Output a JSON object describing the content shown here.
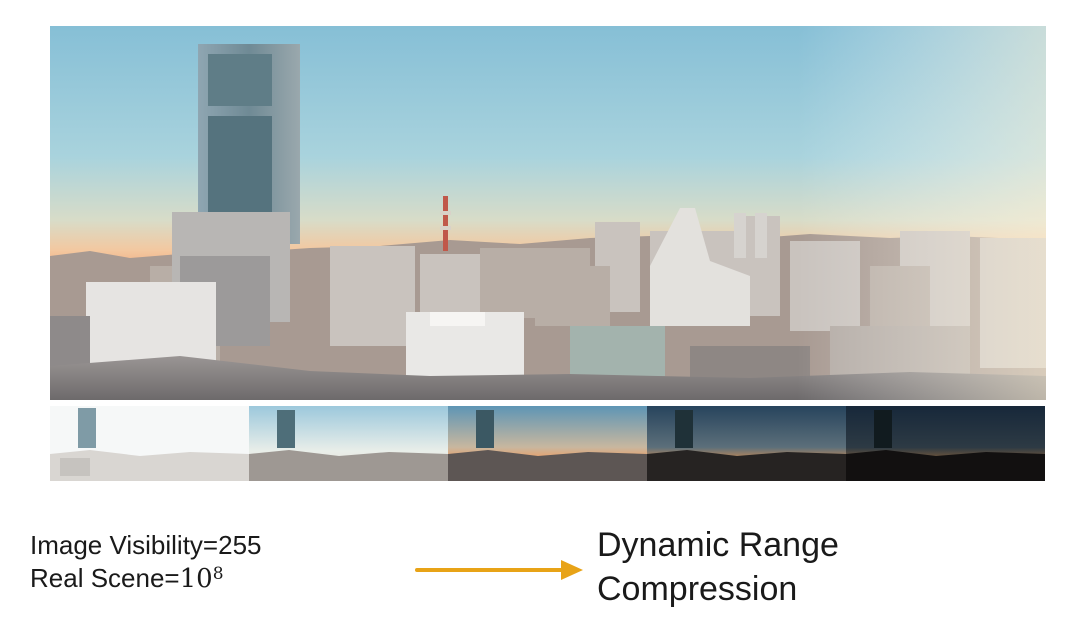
{
  "captions": {
    "visibility_label": "Image Visibility=255",
    "real_scene_label": "Real Scene=",
    "real_scene_base": "10",
    "real_scene_exponent": "8",
    "compression_line1": "Dynamic Range",
    "compression_line2": "Compression"
  },
  "exposure_strip": [
    {
      "name": "exposure-1"
    },
    {
      "name": "exposure-2"
    },
    {
      "name": "exposure-3"
    },
    {
      "name": "exposure-4"
    },
    {
      "name": "exposure-5"
    }
  ],
  "colors": {
    "arrow": "#E8A317",
    "sky_top": "#8ec3d8",
    "horizon": "#f5b78a"
  }
}
